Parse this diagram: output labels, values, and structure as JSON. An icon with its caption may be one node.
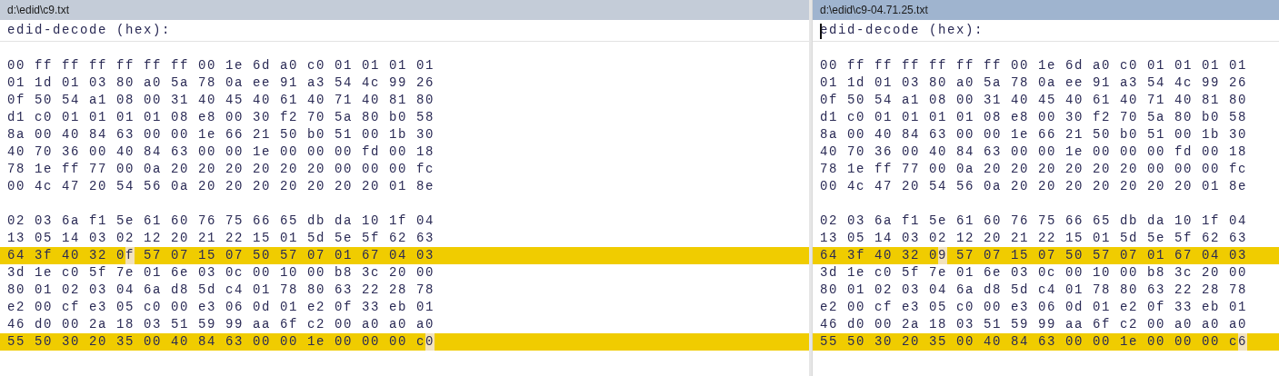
{
  "diagram": {
    "nodes": [
      {
        "text": [
          "d:\\edid\\c9.txt",
          "edid-decode (hex):"
        ]
      },
      {
        "text": [
          "64 3f 40 32 0f 57 07 15 07 50 57 07 01 67 04 03"
        ],
        "in": 0
      },
      {
        "text": [
          "55 50 30 20 35 00 40 84 63 00 00 1e 00 00 00 c0"
        ],
        "in": 0
      },
      {
        "text": [
          "d:\\edid\\c9-04.71.25.txt",
          "edid-decode (hex):"
        ]
      },
      {
        "text": [
          "64 3f 40 32 09 57 07 15 07 50 57 07 01 67 04 03"
        ],
        "in": 3
      },
      {
        "text": [
          "55 50 30 20 35 00 40 84 63 00 00 1e 00 00 00 c6"
        ],
        "in": 3
      }
    ],
    "labels": [
      "00 ff ff ff ff ff ff 00 1e 6d a0 c0 01 01 01 01",
      "01 1d 01 03 80 a0 5a 78 0a ee 91 a3 54 4c 99 26",
      "0f 50 54 a1 08 00 31 40 45 40 61 40 71 40 81 80",
      "d1 c0 01 01 01 01 08 e8 00 30 f2 70 5a 80 b0 58",
      "8a 00 40 84 63 00 00 1e 66 21 50 b0 51 00 1b 30",
      "40 70 36 00 40 84 63 00 00 1e 00 00 00 fd 00 18",
      "78 1e ff 77 00 0a 20 20 20 20 20 20 00 00 00 fc",
      "00 4c 47 20 54 56 0a 20 20 20 20 20 20 20 01 8e",
      "02 03 6a f1 5e 61 60 76 75 66 65 db da 10 1f 04",
      "13 05 14 03 02 12 20 21 22 15 01 5d 5e 5f 62 63",
      "3d 1e c0 5f 7e 01 6e 03 0c 00 10 00 b8 3c 20 00",
      "80 01 02 03 04 6a d8 5d c4 01 78 80 63 22 28 78",
      "e2 00 cf e3 05 c0 00 e3 06 0d 01 e2 0f 33 eb 01",
      "46 d0 00 2a 18 03 51 59 99 aa 6f c2 00 a0 a0 a0",
      "00 ff ff ff ff ff ff 00 1e 6d a0 c0 01 01 01 01",
      "01 1d 01 03 80 a0 5a 78 0a ee 91 a3 54 4c 99 26",
      "0f 50 54 a1 08 00 31 40 45 40 61 40 71 40 81 80",
      "d1 c0 01 01 01 01 08 e8 00 30 f2 70 5a 80 b0 58",
      "8a 00 40 84 63 00 00 1e 66 21 50 b0 51 00 1b 30",
      "40 70 36 00 40 84 63 00 00 1e 00 00 00 fd 00 18",
      "78 1e ff 77 00 0a 20 20 20 20 20 20 00 00 00 fc",
      "00 4c 47 20 54 56 0a 20 20 20 20 20 20 20 01 8e",
      "02 03 6a f1 5e 61 60 76 75 66 65 db da 10 1f 04",
      "13 05 14 03 02 12 20 21 22 15 01 5d 5e 5f 62 63",
      "3d 1e c0 5f 7e 01 6e 03 0c 00 10 00 b8 3c 20 00",
      "80 01 02 03 04 6a d8 5d c4 01 78 80 63 22 28 78",
      "e2 00 cf e3 05 c0 00 e3 06 0d 01 e2 0f 33 eb 01",
      "46 d0 00 2a 18 03 51 59 99 aa 6f c2 00 a0 a0 a0"
    ]
  }
}
